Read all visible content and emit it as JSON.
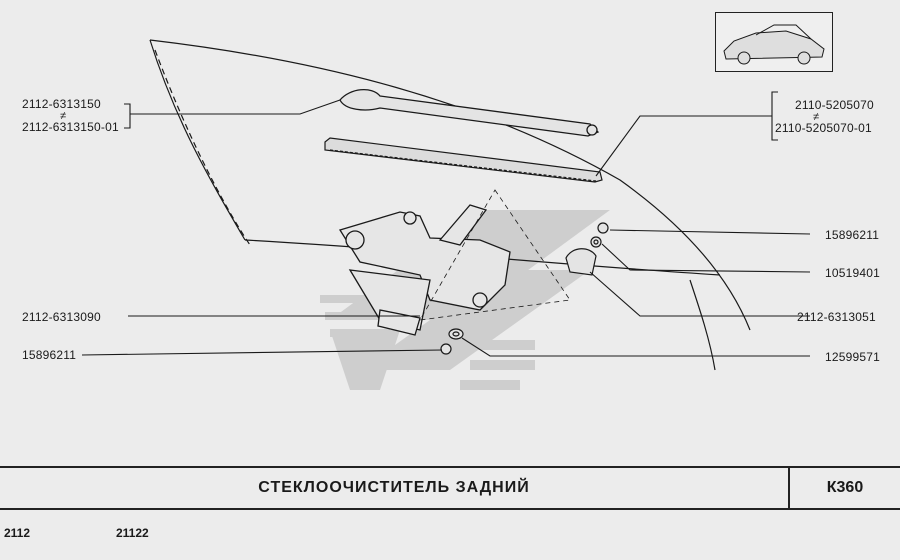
{
  "parts": {
    "wiper_arm": {
      "code": "2112-6313150",
      "code_alt": "2112-6313150-01",
      "alt_mark": "≠"
    },
    "wiper_blade": {
      "code": "2110-5205070",
      "code_alt": "2110-5205070-01",
      "alt_mark": "≠"
    },
    "nut_top": {
      "code": "15896211"
    },
    "washer": {
      "code": "10519401"
    },
    "cap": {
      "code": "2112-6313051"
    },
    "motor": {
      "code": "2112-6313090"
    },
    "nut_bottom": {
      "code": "15896211"
    },
    "seal": {
      "code": "12599571"
    }
  },
  "title": "СТЕКЛООЧИСТИТЕЛЬ ЗАДНИЙ",
  "page_code": "К360",
  "models": [
    "2112",
    "21122"
  ],
  "colors": {
    "line": "#1a1a1a",
    "background": "#ececec",
    "watermark": "#c8c8c8"
  }
}
